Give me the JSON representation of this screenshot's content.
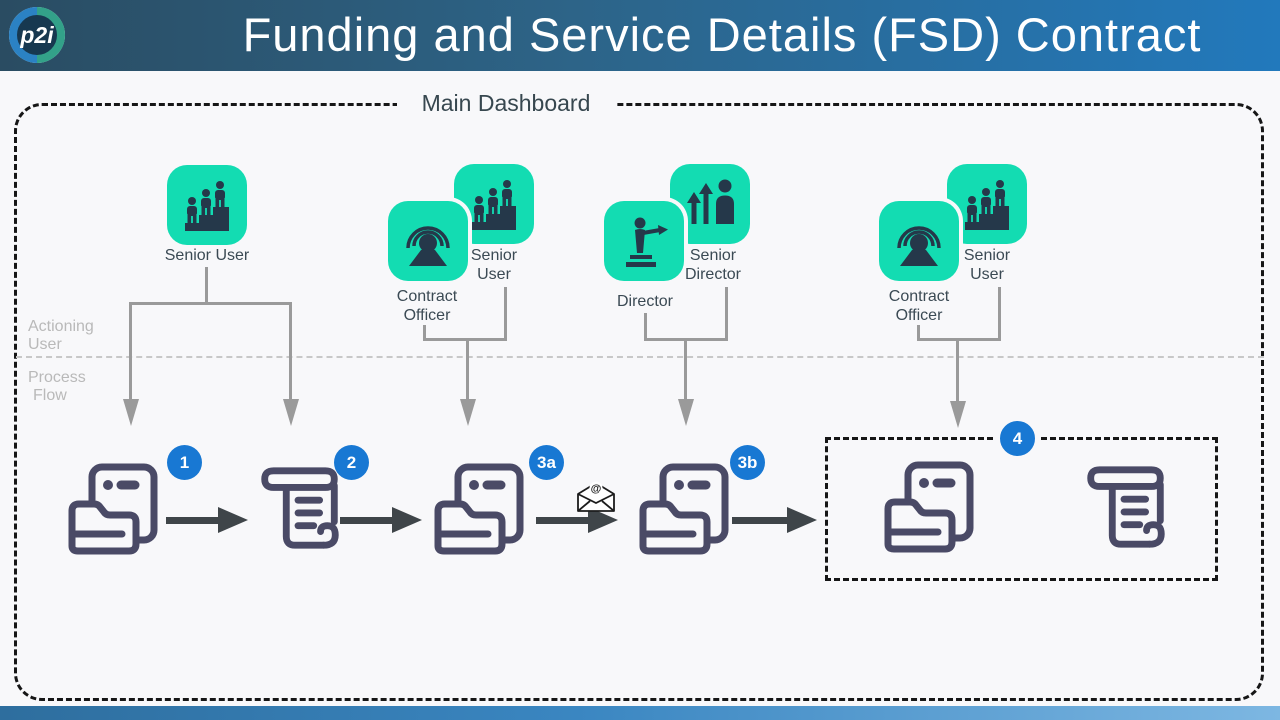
{
  "header": {
    "logo_text": "p2i",
    "title": "Funding and Service Details (FSD) Contract"
  },
  "dashboard_label": "Main Dashboard",
  "lanes": {
    "actioning_line1": "Actioning",
    "actioning_line2": "User",
    "process_line1": "Process",
    "process_line2": "Flow"
  },
  "roles": {
    "g1_senior_user": "Senior User",
    "g2_contract_officer": "Contract Officer",
    "g2_senior_user": "Senior User",
    "g3_director": "Director",
    "g3_senior_director": "Senior Director",
    "g4_contract_officer": "Contract Officer",
    "g4_senior_user": "Senior User"
  },
  "steps": {
    "badge_1": "1",
    "badge_2": "2",
    "badge_3a": "3a",
    "badge_3b": "3b",
    "badge_4": "4",
    "envelope_at": "@"
  },
  "colors": {
    "header_gradient_left": "#2a4c62",
    "header_gradient_right": "#2279bc",
    "tile_teal": "#13dcb2",
    "glyph_dark": "#25384a",
    "badge_blue": "#1878d3",
    "step_outline": "#4a4a66",
    "connector_gray": "#9a9a9a",
    "flow_arrow_dark": "#3f4549"
  }
}
